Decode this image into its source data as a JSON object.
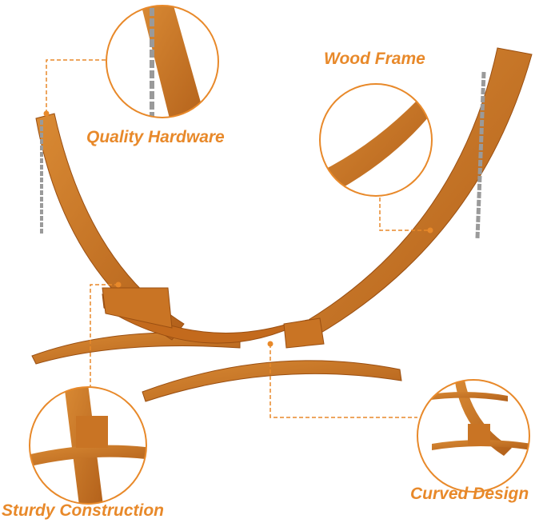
{
  "callouts": {
    "quality_hardware": "Quality Hardware",
    "wood_frame": "Wood Frame",
    "sturdy_construction": "Sturdy Construction",
    "curved_design": "Curved Design"
  },
  "colors": {
    "accent": "#E8892A",
    "wood": "#C8701E",
    "wood_dark": "#9A4F12",
    "chain": "#9A9A9A"
  }
}
